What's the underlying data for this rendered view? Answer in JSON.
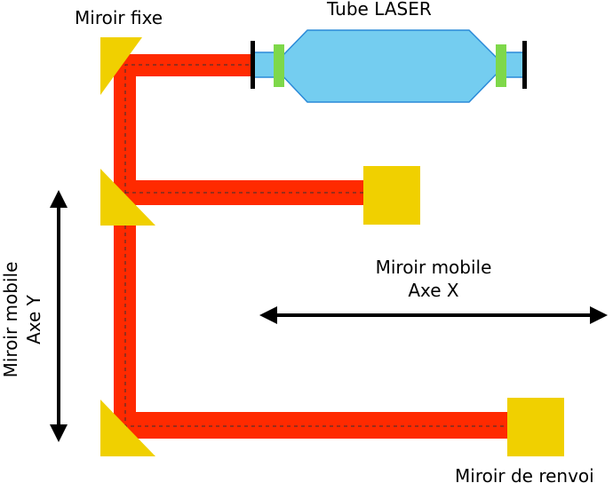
{
  "labels": {
    "fixed_mirror": "Miroir fixe",
    "laser_tube": "Tube LASER",
    "mobile_mirror_x_line1": "Miroir mobile",
    "mobile_mirror_x_line2": "Axe X",
    "mobile_mirror_y_line1": "Miroir mobile",
    "mobile_mirror_y_line2": "Axe Y",
    "return_mirror": "Miroir de renvoi"
  },
  "colors": {
    "beam": "#ff2a00",
    "beam_edge": "#e0200a",
    "beam_center_dash": "#333333",
    "mirror": "#f0d000",
    "tube_body": "#74cdf0",
    "tube_outline": "#2a8ad8",
    "tube_window": "#7ed84a",
    "end_cap": "#000000",
    "arrow": "#000000"
  }
}
